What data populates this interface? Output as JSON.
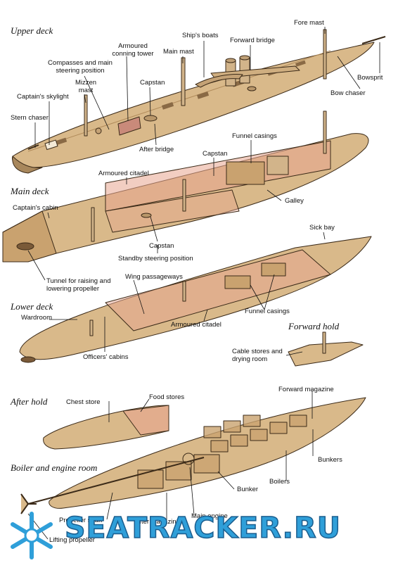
{
  "sections": {
    "upper_deck": "Upper deck",
    "main_deck": "Main deck",
    "lower_deck": "Lower deck",
    "forward_hold": "Forward hold",
    "after_hold": "After hold",
    "boiler_room": "Boiler and engine room"
  },
  "labels": {
    "fore_mast": "Fore mast",
    "ships_boats": "Ship's boats",
    "forward_bridge": "Forward bridge",
    "armoured_conning_tower": "Armoured conning tower",
    "main_mast": "Main mast",
    "compasses": "Compasses and main steering position",
    "mizzen_mast": "Mizzen mast",
    "capstan_upper": "Capstan",
    "captains_skylight": "Captain's skylight",
    "stern_chaser": "Stern chaser",
    "bowsprit": "Bowsprit",
    "bow_chaser": "Bow chaser",
    "after_bridge": "After bridge",
    "funnel_casings_main": "Funnel casings",
    "capstan_main": "Capstan",
    "armoured_citadel_main": "Armoured citadel",
    "galley": "Galley",
    "captains_cabin": "Captain's cabin",
    "capstan_main_2": "Capstan",
    "standby_steering": "Standby steering position",
    "tunnel_propeller": "Tunnel for raising and lowering propeller",
    "sick_bay": "Sick bay",
    "wing_passageways": "Wing passageways",
    "funnel_casings_lower": "Funnel casings",
    "wardroom": "Wardroom",
    "armoured_citadel_lower": "Armoured citadel",
    "officers_cabins": "Officers' cabins",
    "cable_stores": "Cable stores and drying room",
    "chest_store": "Chest store",
    "food_stores": "Food stores",
    "forward_magazine": "Forward magazine",
    "bunkers": "Bunkers",
    "boilers": "Boilers",
    "bunker": "Bunker",
    "propeller_shaft": "Propeller shaft",
    "after_magazine": "After magazine",
    "main_engine": "Main engine",
    "lifting_propeller": "Lifting propeller"
  },
  "watermark": "SEATRACKER.RU",
  "colors": {
    "hull": "#d9b98a",
    "hull_dark": "#a8875c",
    "deck": "#c9a26f",
    "citadel": "#e8a58f",
    "outline": "#3b2a18",
    "leader": "#111111",
    "watermark": "#2f9fd9"
  }
}
